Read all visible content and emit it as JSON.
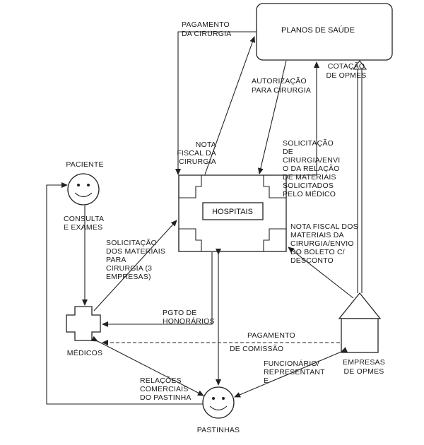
{
  "nodes": {
    "planos": "PLANOS DE SAÚDE",
    "hospitais": "HOSPITAIS",
    "paciente": "PACIENTE",
    "medicos": "MÉDICOS",
    "pastinhas": "PASTINHAS",
    "empresas": [
      "EMPRESAS",
      "DE OPMES"
    ]
  },
  "labels": {
    "pagamento_cirurgia": [
      "PAGAMENTO",
      "DA CIRURGIA"
    ],
    "autorizacao": [
      "AUTORIZAÇÃO",
      "PARA CIRURGIA"
    ],
    "cotacao": [
      "COTAÇÃO",
      "DE OPMES"
    ],
    "nota_fiscal_cirurgia": [
      "NOTA",
      "FISCAL DA",
      "CIRURGIA"
    ],
    "solicitacao_cirurgia": [
      "SOLICITAÇÃO",
      "DE",
      "CIRURGIA/ENVI",
      "O DA RELAÇÃO",
      "DE MATERIAIS",
      "SOLICITADOS",
      "PELO MÉDICO"
    ],
    "consulta": [
      "CONSULTA",
      "E EXAMES"
    ],
    "solicitacao_materiais": [
      "SOLICITAÇÃO",
      "DOS MATERIAIS",
      "PARA",
      "CIRURGIA (3",
      "EMPRESAS)"
    ],
    "nota_fiscal_materiais": [
      "NOTA FISCAL DOS",
      "MATERIAIS DA",
      "CIRURGIA/ENVIO",
      "DO BOLETO C/",
      "DESCONTO"
    ],
    "pgto_honorarios": [
      "PGTO DE",
      "HONORÁRIOS"
    ],
    "pagamento_comissao": [
      "PAGAMENTO",
      "DE COMISSÃO"
    ],
    "funcionario": [
      "FUNCIONÁRIO/",
      "REPRESENTANT",
      "E"
    ],
    "relacoes": [
      "RELAÇÕES",
      "COMERCIAIS",
      "DO PASTINHA"
    ]
  }
}
